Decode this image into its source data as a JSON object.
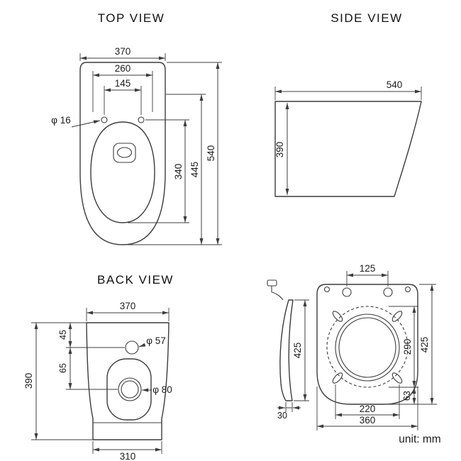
{
  "unit_label": "unit: mm",
  "colors": {
    "background": "#ffffff",
    "line": "#3c3c3c",
    "text": "#1c1c1c"
  },
  "views": {
    "top": {
      "title": "TOP VIEW",
      "dims": {
        "overall_width": "370",
        "rim_width": "260",
        "hole_spacing": "145",
        "hole_diameter": "φ 16",
        "opening_length": "340",
        "seat_length": "445",
        "overall_length": "540"
      }
    },
    "side": {
      "title": "SIDE VIEW",
      "dims": {
        "length": "540",
        "height": "390"
      }
    },
    "back": {
      "title": "BACK VIEW",
      "dims": {
        "top_width": "370",
        "inlet_offset": "45",
        "inlet_diameter": "φ 57",
        "outlet_offset": "65",
        "outlet_diameter": "φ 80",
        "height": "390",
        "base_width": "310"
      }
    },
    "seat": {
      "dims": {
        "hinge_spacing": "125",
        "profile_height": "425",
        "profile_thickness": "30",
        "opening_length": "290",
        "overall_length": "425",
        "front_gap": "63",
        "opening_width": "220",
        "overall_width": "360"
      }
    }
  }
}
